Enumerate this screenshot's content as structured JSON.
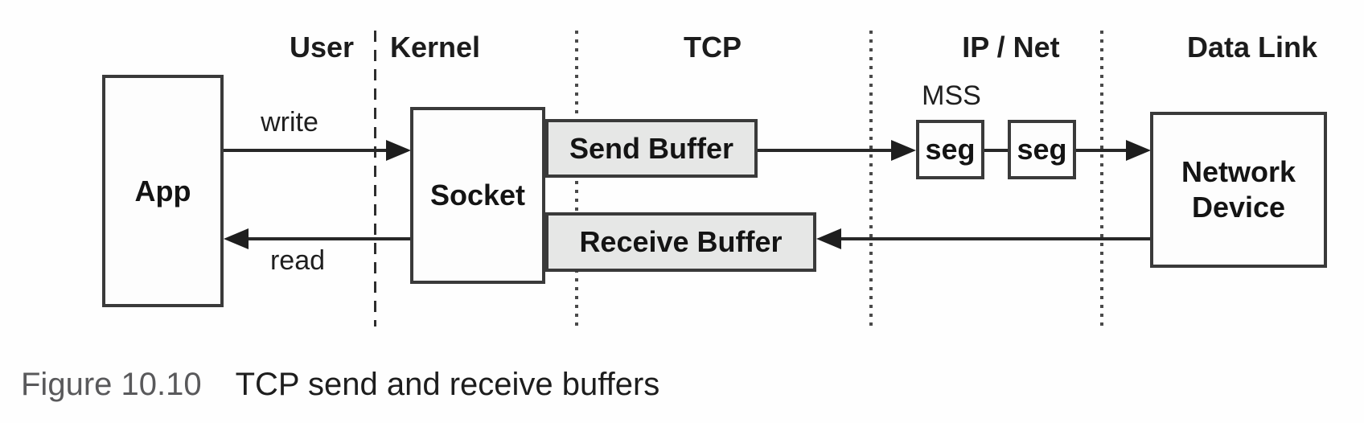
{
  "figure": {
    "caption_label": "Figure 10.10",
    "caption_text": "TCP send and receive buffers"
  },
  "columns": [
    {
      "label": "User"
    },
    {
      "label": "Kernel"
    },
    {
      "label": "TCP"
    },
    {
      "label": "IP / Net"
    },
    {
      "label": "Data Link"
    }
  ],
  "nodes": {
    "app": "App",
    "socket": "Socket",
    "send_buffer": "Send Buffer",
    "receive_buffer": "Receive Buffer",
    "seg1": "seg",
    "seg2": "seg",
    "network_device_line1": "Network",
    "network_device_line2": "Device"
  },
  "labels": {
    "write": "write",
    "read": "read",
    "mss": "MSS"
  },
  "colors": {
    "box_border": "#3a3a3a",
    "buffer_fill": "#e6e7e6",
    "line": "#282828",
    "caption_label_gray": "#59595b",
    "caption_text_dark": "#1d1d1d"
  }
}
